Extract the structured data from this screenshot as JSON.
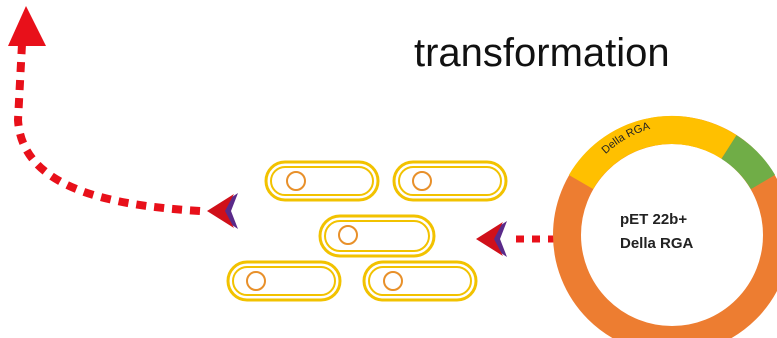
{
  "title": "transformation",
  "plasmid": {
    "center_label_line1": "pET 22b+",
    "center_label_line2": "Della RGA",
    "arc_label": "Della RGA",
    "colors": {
      "backbone": "#ED7D31",
      "insert": "#FFC000",
      "marker": "#70AD47"
    }
  },
  "cells": {
    "count": 5,
    "cell_color": "#F2C200",
    "plasmid_ring_color": "#E8902A"
  },
  "arrows": {
    "line_color": "#E8101A",
    "chevron_color": "#D0101A",
    "chevron_shadow": "#5A2A8A"
  }
}
